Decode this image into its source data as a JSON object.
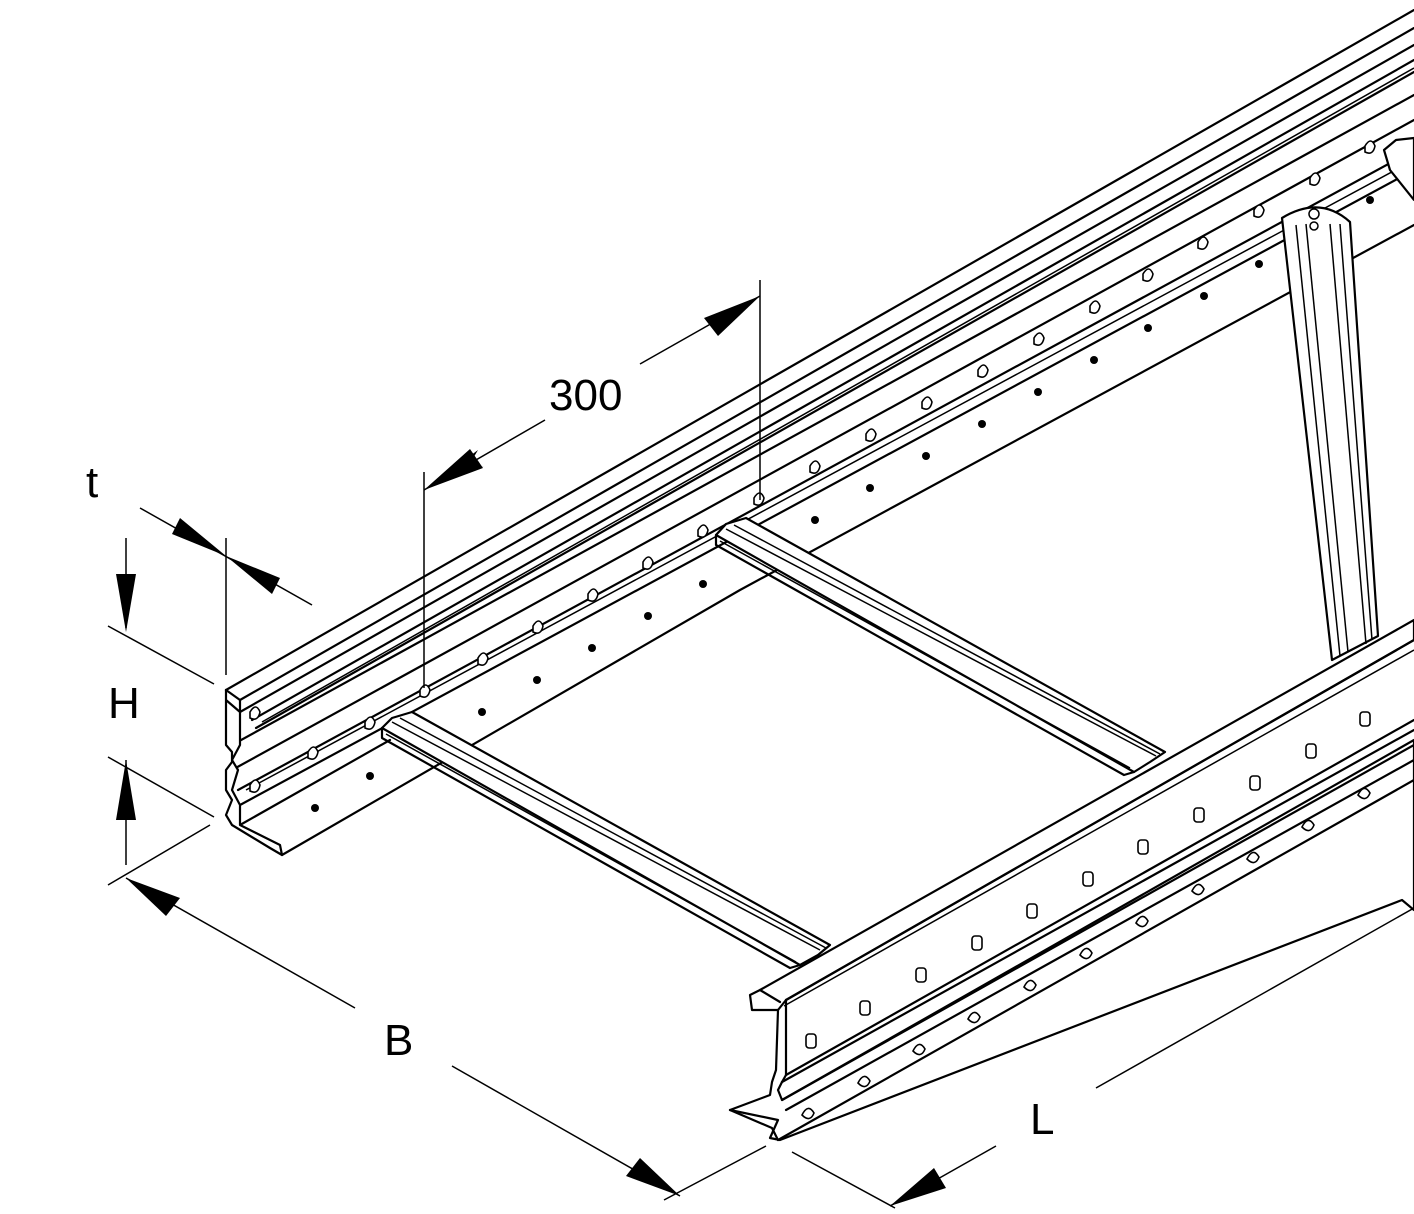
{
  "labels": {
    "spacing": "300",
    "thickness": "t",
    "height": "H",
    "width": "B",
    "length": "L"
  }
}
